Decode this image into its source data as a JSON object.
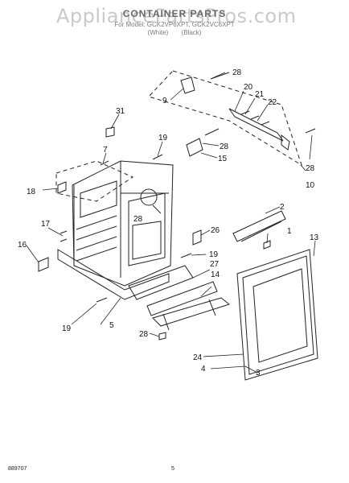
{
  "watermark": "AppliancePartsPros.com",
  "header": {
    "title": "CONTAINER PARTS",
    "subtitle": "For Model: GCK2VP6XPT, GCK2VC6XPT",
    "colors": "(White) (Black)"
  },
  "callouts": {
    "c1": "1",
    "c2": "2",
    "c3": "3",
    "c4": "4",
    "c5": "5",
    "c7": "7",
    "c9": "9",
    "c10": "10",
    "c13": "13",
    "c14": "14",
    "c15": "15",
    "c16": "16",
    "c17": "17",
    "c18": "18",
    "c19a": "19",
    "c19b": "19",
    "c19c": "19",
    "c20": "20",
    "c21": "21",
    "c22": "22",
    "c24": "24",
    "c26": "26",
    "c27": "27",
    "c28a": "28",
    "c28b": "28",
    "c28c": "28",
    "c28d": "28",
    "c28e": "28",
    "c31": "31"
  },
  "footer": {
    "code": "889707",
    "page": "5"
  }
}
